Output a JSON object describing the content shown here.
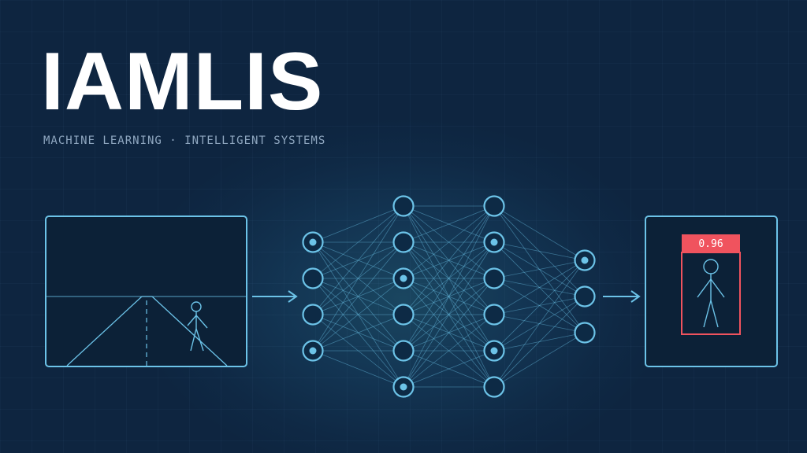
{
  "header": {
    "title": "IAMLIS",
    "subtitle": "MACHINE LEARNING · INTELLIGENT SYSTEMS"
  },
  "diagram": {
    "input_panel": {
      "content": "road scene with pedestrian stick figure",
      "icon": "pedestrian-icon"
    },
    "network": {
      "layers": [
        {
          "node_count": 4,
          "active_nodes": [
            0,
            3
          ]
        },
        {
          "node_count": 6,
          "active_nodes": [
            2,
            5
          ]
        },
        {
          "node_count": 6,
          "active_nodes": [
            1,
            4
          ]
        },
        {
          "node_count": 3,
          "active_nodes": [
            0
          ]
        }
      ]
    },
    "output_panel": {
      "score": "0.96",
      "icon": "pedestrian-icon"
    }
  },
  "colors": {
    "background": "#0e2540",
    "accent": "#6cc3e8",
    "node_fill": "#0d2a45",
    "node_dot": "#6cc3e8",
    "detection": "#f0535e",
    "title": "#ffffff",
    "subtitle": "#8fa7c0"
  }
}
